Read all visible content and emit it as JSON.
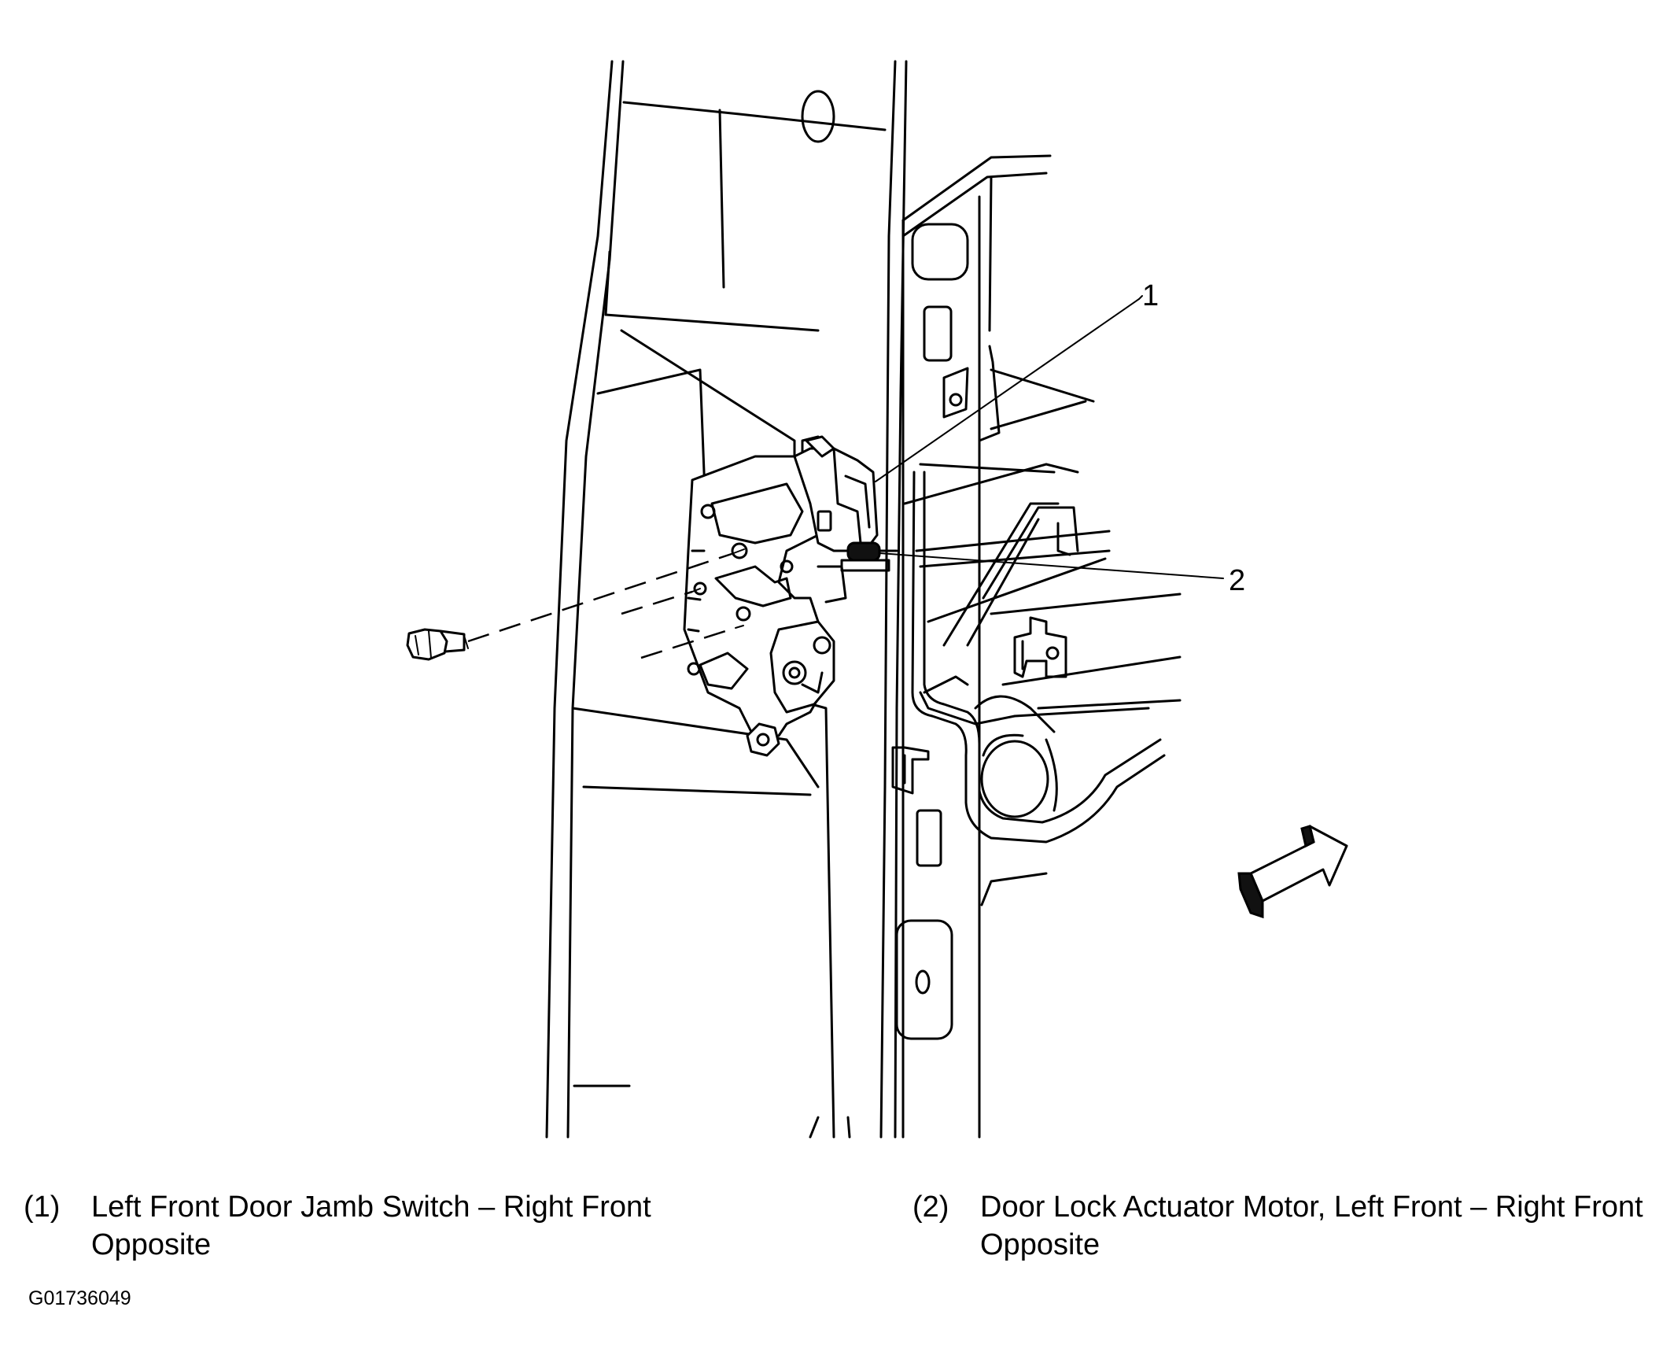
{
  "diagram": {
    "callouts": [
      {
        "id": "1",
        "label": "1"
      },
      {
        "id": "2",
        "label": "2"
      }
    ]
  },
  "legend": [
    {
      "number": "(1)",
      "text": "Left Front Door Jamb Switch – Right Front Opposite"
    },
    {
      "number": "(2)",
      "text": "Door Lock Actuator Motor, Left Front – Right Front Opposite"
    }
  ],
  "figure_id": "G01736049"
}
